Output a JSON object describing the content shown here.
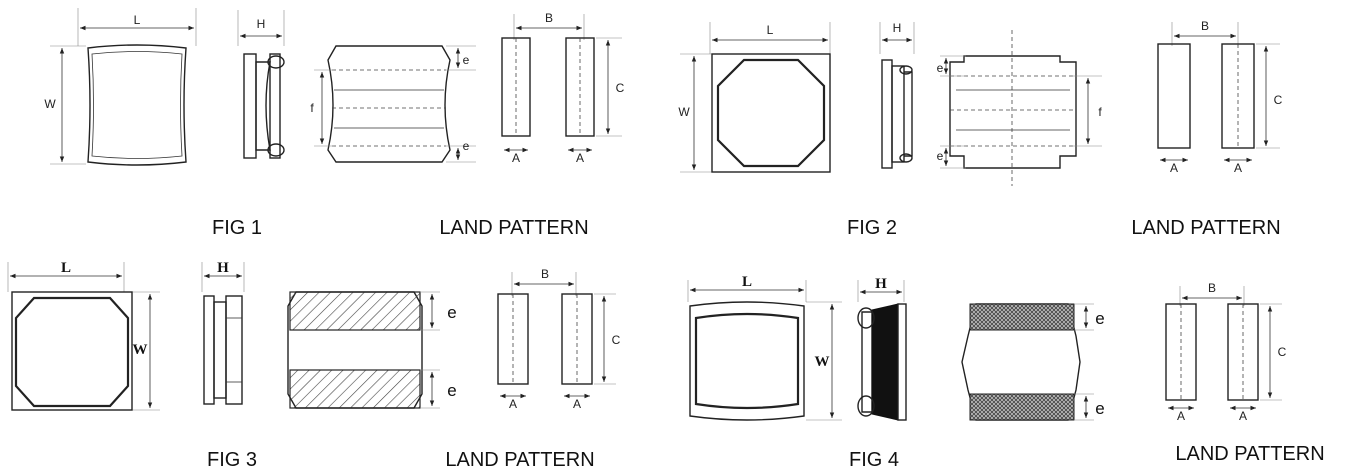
{
  "figures": [
    {
      "caption": "FIG 1",
      "land_caption": "LAND PATTERN",
      "labels": {
        "L": "L",
        "W": "W",
        "H": "H",
        "e": "e",
        "f": "f",
        "A": "A",
        "B": "B",
        "C": "C"
      }
    },
    {
      "caption": "FIG 2",
      "land_caption": "LAND PATTERN",
      "labels": {
        "L": "L",
        "W": "W",
        "H": "H",
        "e": "e",
        "f": "f",
        "A": "A",
        "B": "B",
        "C": "C"
      }
    },
    {
      "caption": "FIG 3",
      "land_caption": "LAND PATTERN",
      "labels": {
        "L": "L",
        "W": "W",
        "H": "H",
        "e": "e",
        "A": "A",
        "B": "B",
        "C": "C"
      }
    },
    {
      "caption": "FIG 4",
      "land_caption": "LAND PATTERN",
      "labels": {
        "L": "L",
        "W": "W",
        "H": "H",
        "e": "e",
        "A": "A",
        "B": "B",
        "C": "C"
      }
    }
  ]
}
